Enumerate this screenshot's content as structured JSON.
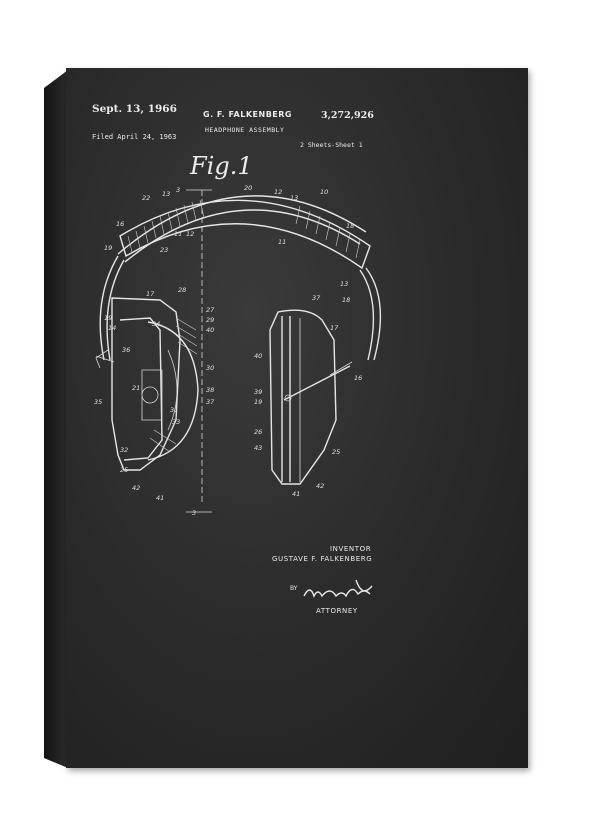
{
  "header": {
    "date": "Sept. 13, 1966",
    "inventor_short": "G. F. FALKENBERG",
    "patent_number": "3,272,926",
    "filed": "Filed April 24, 1963",
    "title": "HEADPHONE ASSEMBLY",
    "sheets": "2 Sheets-Sheet 1"
  },
  "figure": {
    "label": "Fig.1",
    "section_mark": "3",
    "ref_numbers": [
      "22",
      "13",
      "3",
      "20",
      "12",
      "13",
      "10",
      "18",
      "19",
      "12",
      "11",
      "23",
      "16",
      "11",
      "13",
      "18",
      "17",
      "28",
      "27",
      "29",
      "19",
      "40",
      "14",
      "34",
      "36",
      "30",
      "38",
      "35",
      "21",
      "37",
      "31",
      "33",
      "32",
      "25",
      "42",
      "41",
      "3",
      "37",
      "17",
      "40",
      "16",
      "39",
      "19",
      "26",
      "43",
      "25",
      "41",
      "42"
    ]
  },
  "footer": {
    "inventor_title": "INVENTOR",
    "inventor_name": "GUSTAVE F. FALKENBERG",
    "by": "BY",
    "attorney": "ATTORNEY"
  }
}
